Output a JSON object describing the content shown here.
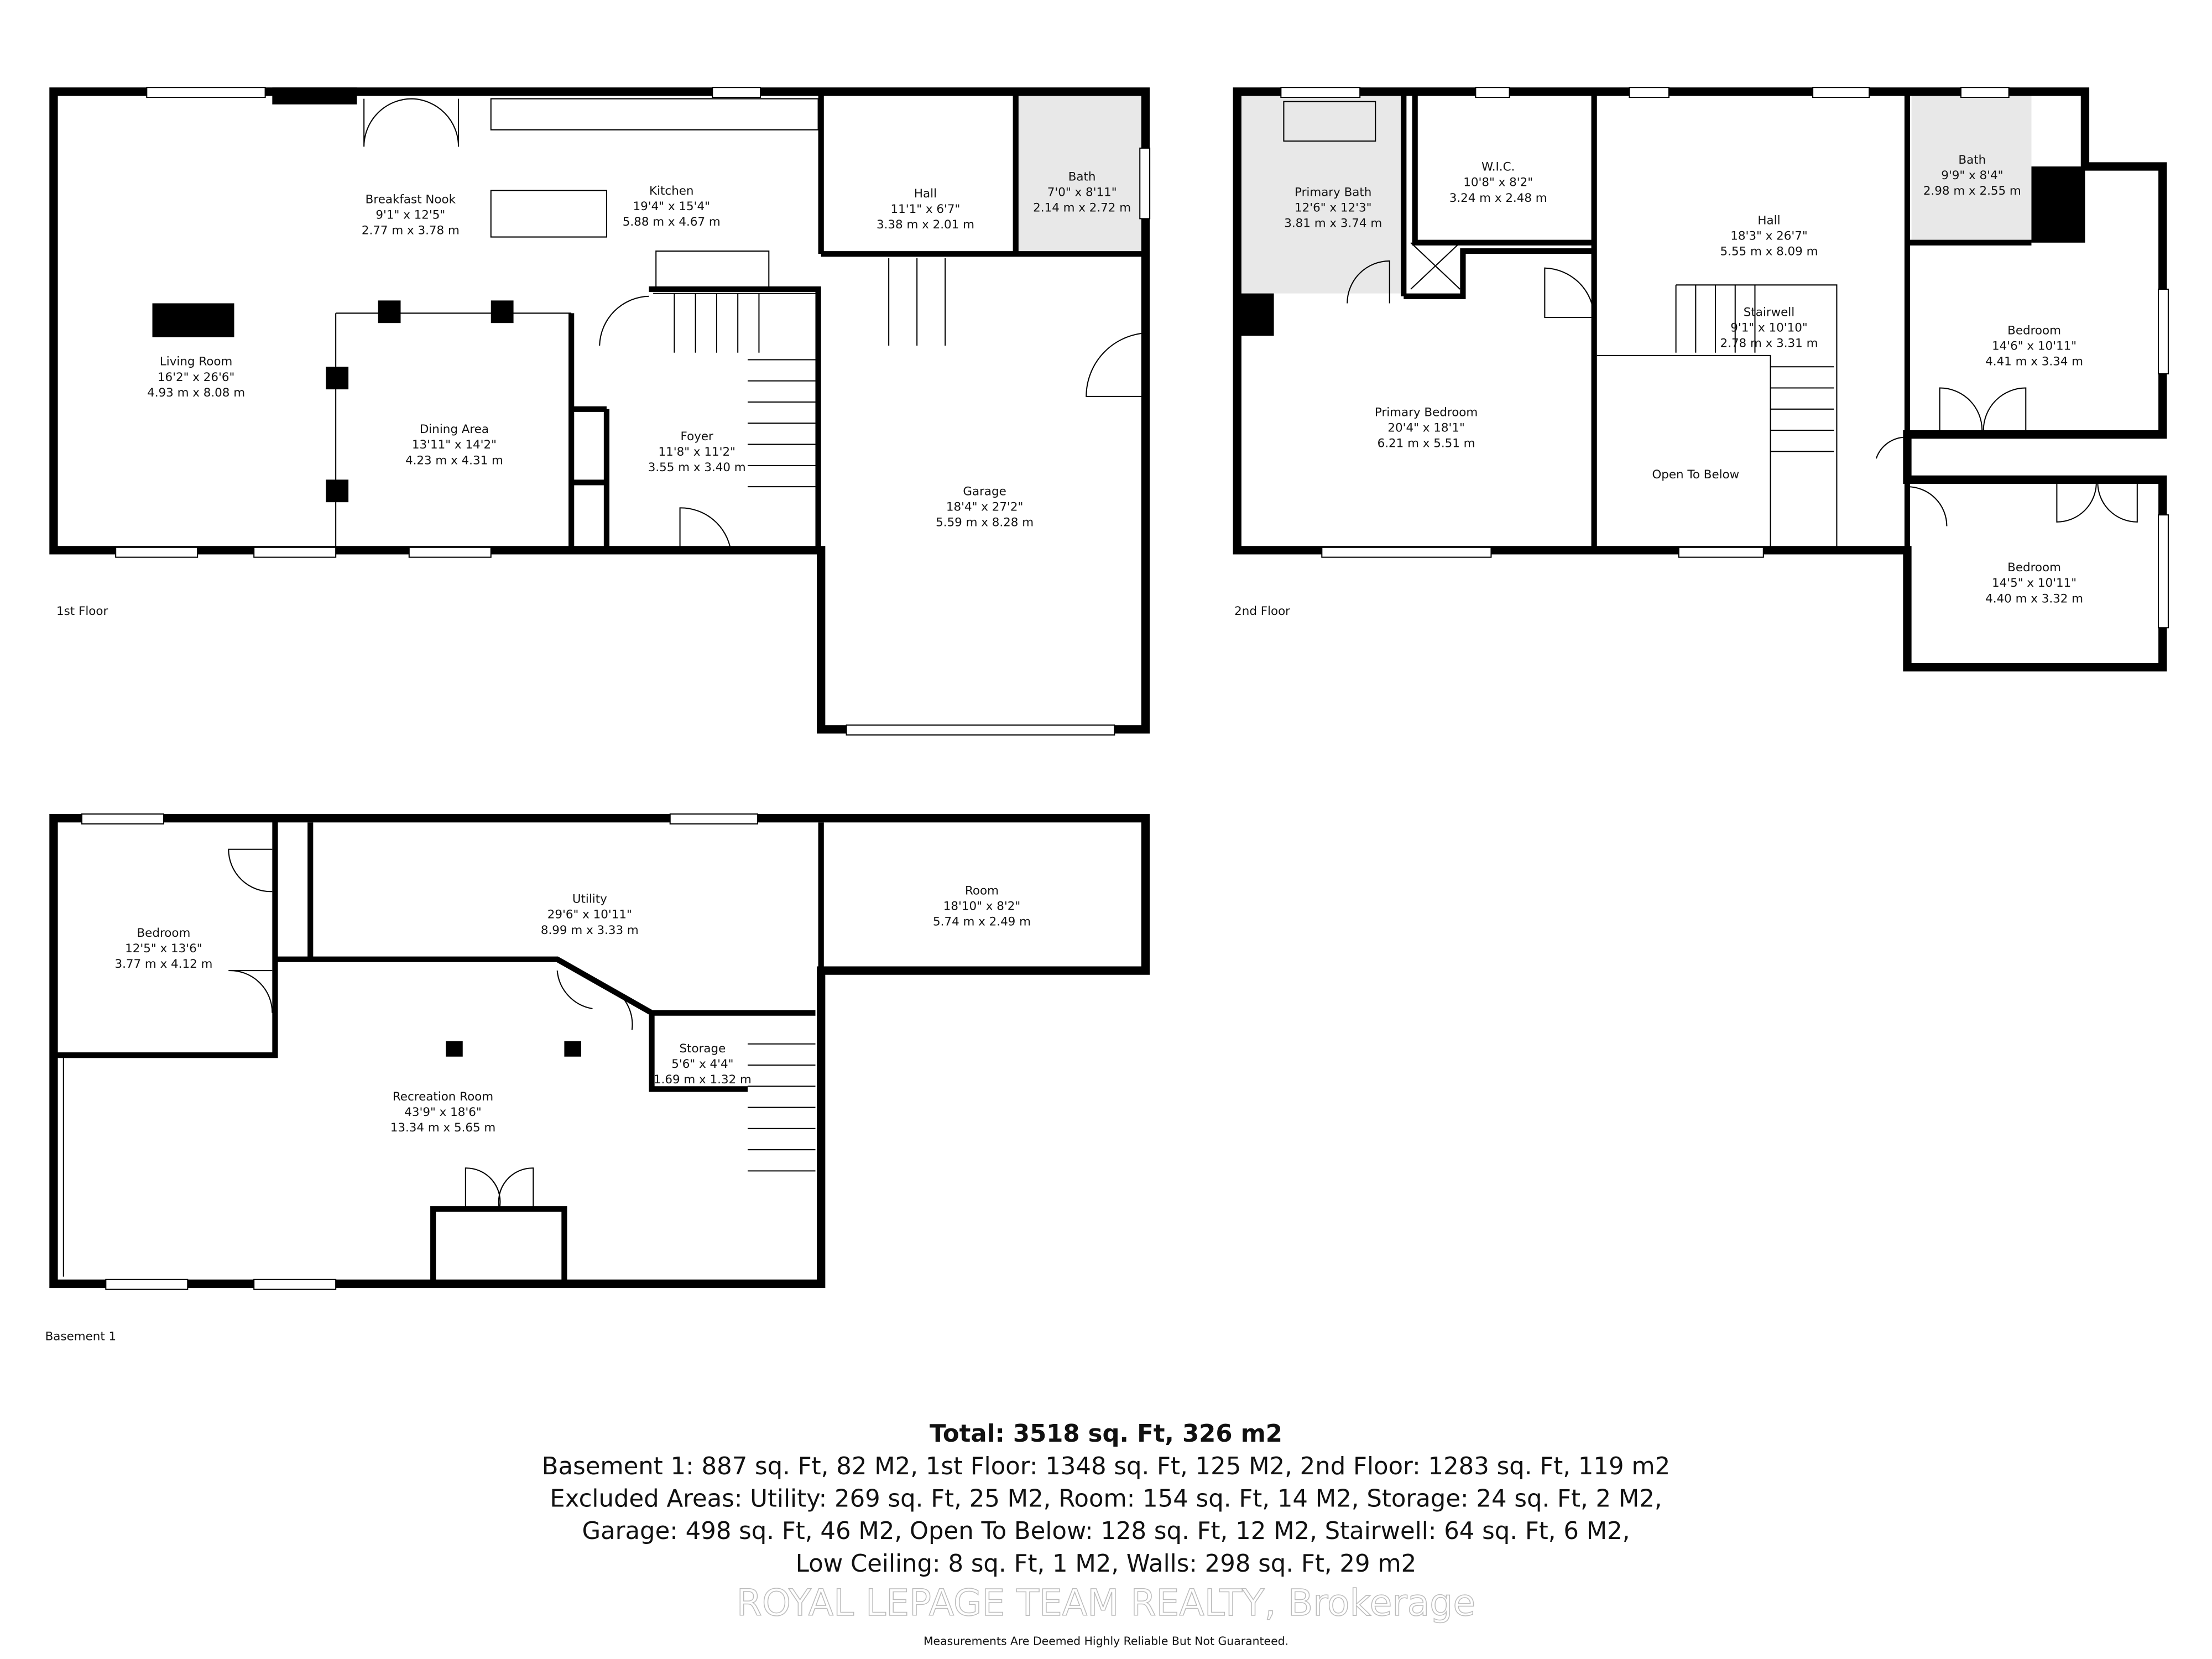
{
  "floors": {
    "first": {
      "label": "1st Floor",
      "rooms": {
        "breakfast_nook": {
          "name": "Breakfast Nook",
          "imperial": "9'1\" x 12'5\"",
          "metric": "2.77 m x 3.78 m"
        },
        "kitchen": {
          "name": "Kitchen",
          "imperial": "19'4\" x 15'4\"",
          "metric": "5.88 m x 4.67 m"
        },
        "hall": {
          "name": "Hall",
          "imperial": "11'1\" x 6'7\"",
          "metric": "3.38 m x 2.01 m"
        },
        "bath": {
          "name": "Bath",
          "imperial": "7'0\" x 8'11\"",
          "metric": "2.14 m x 2.72 m"
        },
        "living_room": {
          "name": "Living Room",
          "imperial": "16'2\" x 26'6\"",
          "metric": "4.93 m x 8.08 m"
        },
        "dining_area": {
          "name": "Dining Area",
          "imperial": "13'11\" x 14'2\"",
          "metric": "4.23 m x 4.31 m"
        },
        "foyer": {
          "name": "Foyer",
          "imperial": "11'8\" x 11'2\"",
          "metric": "3.55 m x 3.40 m"
        },
        "garage": {
          "name": "Garage",
          "imperial": "18'4\" x 27'2\"",
          "metric": "5.59 m x 8.28 m"
        }
      }
    },
    "second": {
      "label": "2nd Floor",
      "rooms": {
        "primary_bath": {
          "name": "Primary Bath",
          "imperial": "12'6\" x 12'3\"",
          "metric": "3.81 m x 3.74 m"
        },
        "wic": {
          "name": "W.I.C.",
          "imperial": "10'8\" x 8'2\"",
          "metric": "3.24 m x 2.48 m"
        },
        "hall": {
          "name": "Hall",
          "imperial": "18'3\" x 26'7\"",
          "metric": "5.55 m x 8.09 m"
        },
        "bath": {
          "name": "Bath",
          "imperial": "9'9\" x 8'4\"",
          "metric": "2.98 m x 2.55 m"
        },
        "stairwell": {
          "name": "Stairwell",
          "imperial": "9'1\" x 10'10\"",
          "metric": "2.78 m x 3.31 m"
        },
        "bedroom1": {
          "name": "Bedroom",
          "imperial": "14'6\" x 10'11\"",
          "metric": "4.41 m x 3.34 m"
        },
        "primary_bedroom": {
          "name": "Primary Bedroom",
          "imperial": "20'4\" x 18'1\"",
          "metric": "6.21 m x 5.51 m"
        },
        "open_to_below": {
          "name": "Open To Below"
        },
        "bedroom2": {
          "name": "Bedroom",
          "imperial": "14'5\" x 10'11\"",
          "metric": "4.40 m x 3.32 m"
        }
      }
    },
    "basement": {
      "label": "Basement 1",
      "rooms": {
        "bedroom": {
          "name": "Bedroom",
          "imperial": "12'5\" x 13'6\"",
          "metric": "3.77 m x 4.12 m"
        },
        "utility": {
          "name": "Utility",
          "imperial": "29'6\" x 10'11\"",
          "metric": "8.99 m x 3.33 m"
        },
        "room": {
          "name": "Room",
          "imperial": "18'10\" x 8'2\"",
          "metric": "5.74 m x 2.49 m"
        },
        "storage": {
          "name": "Storage",
          "imperial": "5'6\" x 4'4\"",
          "metric": "1.69 m x 1.32 m"
        },
        "recreation": {
          "name": "Recreation Room",
          "imperial": "43'9\" x 18'6\"",
          "metric": "13.34 m x 5.65 m"
        }
      }
    }
  },
  "summary": {
    "total": "Total: 3518 sq. Ft, 326 m2",
    "line1": "Basement 1: 887 sq. Ft, 82 M2, 1st Floor: 1348 sq. Ft, 125 M2, 2nd Floor: 1283 sq. Ft, 119 m2",
    "line2": "Excluded Areas: Utility: 269 sq. Ft, 25 M2, Room: 154 sq. Ft, 14 M2, Storage: 24 sq. Ft, 2 M2,",
    "line3": "Garage: 498 sq. Ft, 46 M2, Open To Below: 128 sq. Ft, 12 M2, Stairwell: 64 sq. Ft, 6 M2,",
    "line4": "Low Ceiling: 8 sq. Ft, 1 M2, Walls: 298 sq. Ft, 29 m2"
  },
  "watermark": "ROYAL LEPAGE TEAM REALTY, Brokerage",
  "disclaimer": "Measurements Are Deemed Highly Reliable But Not Guaranteed."
}
